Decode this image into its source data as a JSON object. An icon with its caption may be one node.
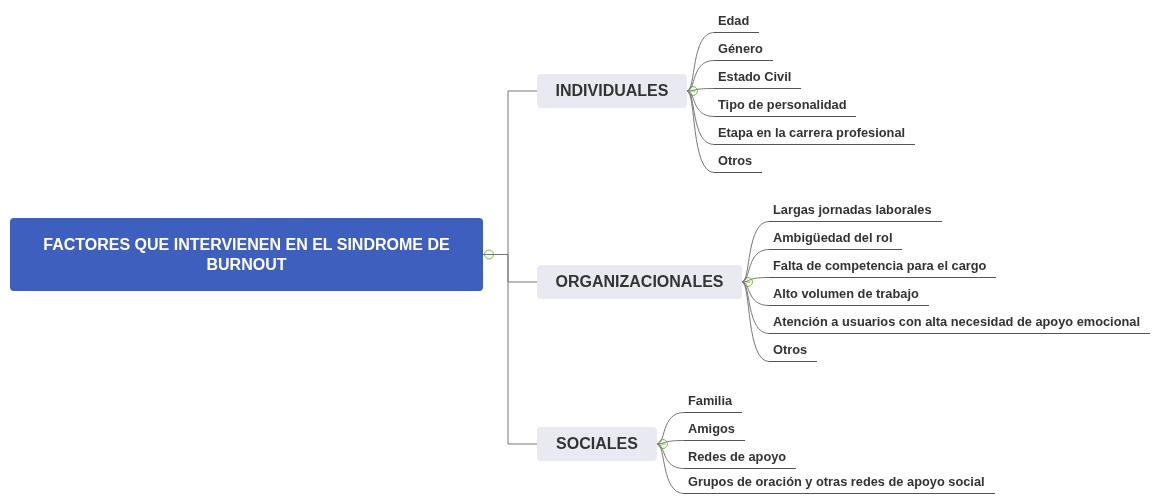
{
  "diagram": {
    "nodes": [
      {
        "text": [
          "FACTORES QUE INTERVIENEN EN EL SINDROME DE BURNOUT"
        ]
      },
      {
        "text": [
          "INDIVIDUALES"
        ]
      },
      {
        "text": [
          "Edad"
        ]
      },
      {
        "text": [
          "Género"
        ]
      },
      {
        "text": [
          "Estado Civil"
        ]
      },
      {
        "text": [
          "Tipo de personalidad"
        ]
      },
      {
        "text": [
          "Etapa en la carrera profesional"
        ]
      },
      {
        "text": [
          "Otros"
        ]
      },
      {
        "text": [
          "ORGANIZACIONALES"
        ]
      },
      {
        "text": [
          "Largas jornadas laborales"
        ]
      },
      {
        "text": [
          "Ambigüedad del rol"
        ]
      },
      {
        "text": [
          "Falta de competencia para el cargo"
        ]
      },
      {
        "text": [
          "Alto volumen de trabajo"
        ]
      },
      {
        "text": [
          "Atención a usuarios con alta necesidad de apoyo emocional"
        ]
      },
      {
        "text": [
          "Otros"
        ]
      },
      {
        "text": [
          "SOCIALES"
        ]
      },
      {
        "text": [
          "Familia"
        ]
      },
      {
        "text": [
          "Amigos"
        ]
      },
      {
        "text": [
          "Redes de apoyo"
        ]
      },
      {
        "text": [
          "Grupos de oración y otras redes de apoyo social"
        ]
      }
    ],
    "edges": [
      {
        "from": 0,
        "to": 1,
        "arrow": "none"
      },
      {
        "from": 0,
        "to": 8,
        "arrow": "none"
      },
      {
        "from": 0,
        "to": 15,
        "arrow": "none"
      },
      {
        "from": 1,
        "to": 2,
        "arrow": "none"
      },
      {
        "from": 1,
        "to": 3,
        "arrow": "none"
      },
      {
        "from": 1,
        "to": 4,
        "arrow": "none"
      },
      {
        "from": 1,
        "to": 5,
        "arrow": "none"
      },
      {
        "from": 1,
        "to": 6,
        "arrow": "none"
      },
      {
        "from": 1,
        "to": 7,
        "arrow": "none"
      },
      {
        "from": 8,
        "to": 9,
        "arrow": "none"
      },
      {
        "from": 8,
        "to": 10,
        "arrow": "none"
      },
      {
        "from": 8,
        "to": 11,
        "arrow": "none"
      },
      {
        "from": 8,
        "to": 12,
        "arrow": "none"
      },
      {
        "from": 8,
        "to": 13,
        "arrow": "none"
      },
      {
        "from": 8,
        "to": 14,
        "arrow": "none"
      },
      {
        "from": 15,
        "to": 16,
        "arrow": "none"
      },
      {
        "from": 15,
        "to": 17,
        "arrow": "none"
      },
      {
        "from": 15,
        "to": 18,
        "arrow": "none"
      },
      {
        "from": 15,
        "to": 19,
        "arrow": "none"
      }
    ]
  }
}
